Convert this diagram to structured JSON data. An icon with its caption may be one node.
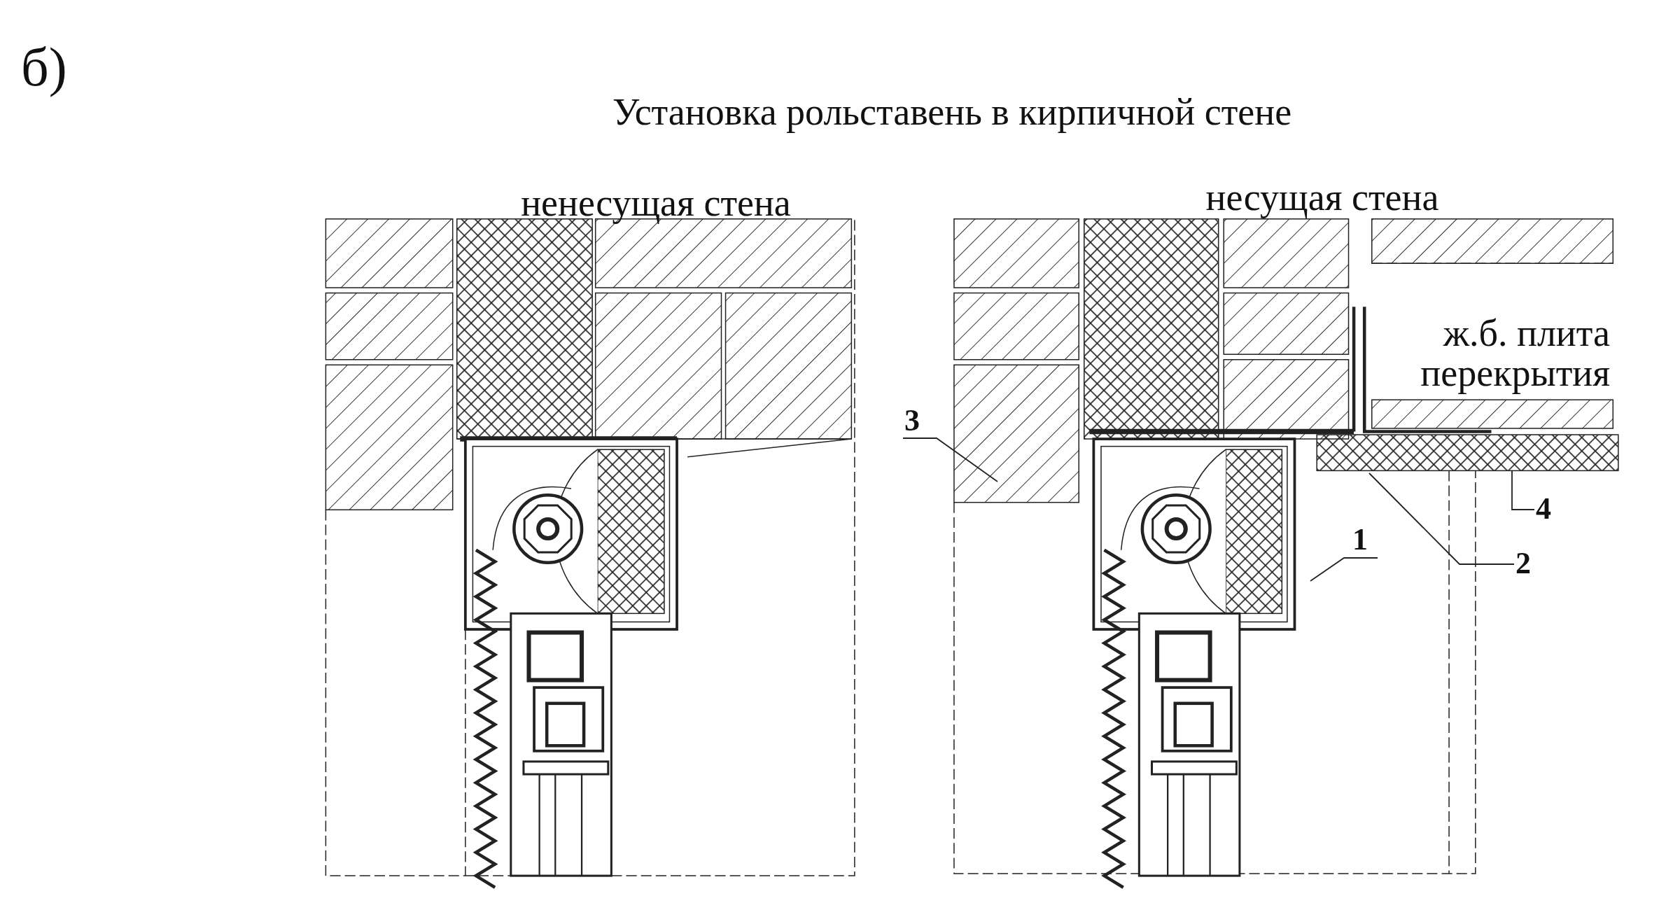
{
  "diagram": {
    "title": "Установка рольставень в кирпичной стене",
    "nodes": [
      {
        "text": [
          "3"
        ]
      },
      {
        "text": [
          "4"
        ]
      },
      {
        "text": [
          "1"
        ]
      },
      {
        "text": [
          "2"
        ]
      }
    ],
    "edges": [
      {
        "from": 0,
        "to": null,
        "arrow": "none"
      },
      {
        "from": 1,
        "to": null,
        "arrow": "none"
      },
      {
        "from": 2,
        "to": null,
        "arrow": "none"
      },
      {
        "from": 3,
        "to": null,
        "arrow": "none"
      }
    ],
    "labels": [
      "б)",
      "ненесущая стена",
      "несущая стена",
      "ж.б. плита перекрытия"
    ]
  }
}
